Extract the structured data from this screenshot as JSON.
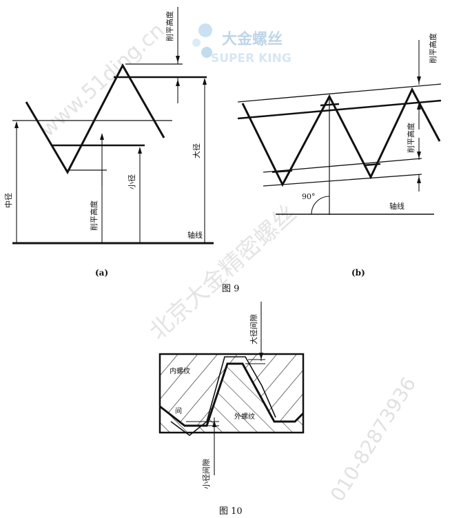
{
  "watermarks": {
    "site": "www.51ding.cn",
    "brand_cn": "大金螺丝",
    "brand_en": "SUPER KING",
    "beijing": "北京大金精密螺丝",
    "phone": "010-82873936"
  },
  "fig9a": {
    "label_cut_height_top": "削平高度",
    "label_pitch": "中径",
    "label_cut_height": "削平高度",
    "label_minor": "小径",
    "label_major": "大径",
    "label_axis": "轴线",
    "caption": "(a)"
  },
  "fig9b": {
    "label_cut_height_top": "削平高度",
    "label_cut_height_right": "削平高度",
    "label_angle": "90°",
    "label_axis": "轴线",
    "caption": "(b)"
  },
  "fig9_caption": "图 9",
  "fig10": {
    "label_major_clearance": "大径间隙",
    "label_internal": "内螺纹",
    "label_external": "外螺纹",
    "label_minor_clearance": "小径间隙",
    "label_gap": "间",
    "caption": "图 10"
  }
}
